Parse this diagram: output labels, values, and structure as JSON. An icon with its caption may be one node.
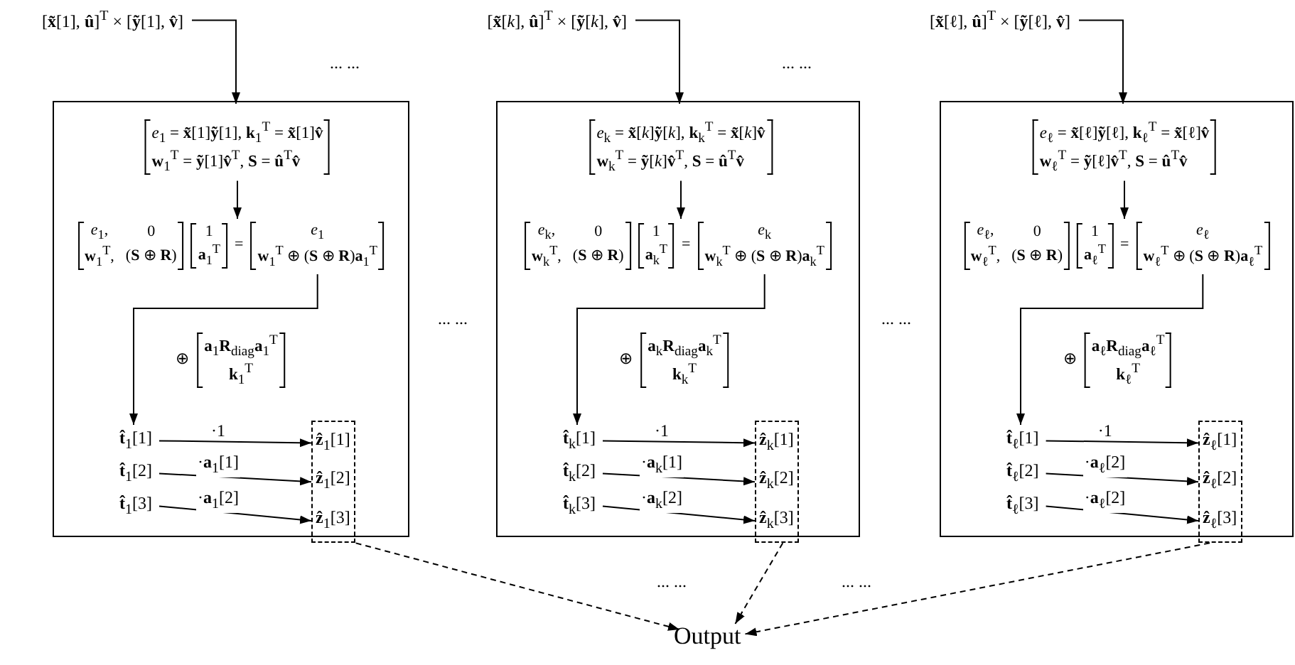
{
  "diagram": {
    "nodes": [
      {
        "text": [
          "[**x̃**[1], **û**]$^{T}$ × [**ỹ**[1], **v̂**]"
        ]
      },
      {
        "text": [],
        "shape": "box"
      },
      {
        "text": [
          "*e*$_{1}$ = **x̃**[1]**ỹ**[1], **k**$_{1}$$^{T}$ = **x̃**[1]**v̂**",
          "**w**$_{1}$$^{T}$ = **ỹ**[1]**v̂**$^{T}$,  **S** = **û**$^{T}$**v̂**"
        ],
        "in": 1
      },
      {
        "text": [
          "*e*$_{1}$,",
          "0",
          "**w**$_{1}$$^{T}$,",
          "(**S** ⊕ **R**)",
          "1",
          "**a**$_{1}$$^{T}$",
          "=",
          "*e*$_{1}$",
          "**w**$_{1}$$^{T}$ ⊕ (**S** ⊕ **R**)**a**$_{1}$$^{T}$"
        ],
        "in": 1
      },
      {
        "text": [
          "⊕",
          "**a**$_{1}$**R**$_{diag}$**a**$_{1}$$^{T}$",
          "**k**$_{1}$$^{T}$"
        ],
        "in": 1
      },
      {
        "text": [
          "**t̂**$_{1}$[1]"
        ],
        "in": 1
      },
      {
        "text": [
          "**t̂**$_{1}$[2]"
        ],
        "in": 1
      },
      {
        "text": [
          "**t̂**$_{1}$[3]"
        ],
        "in": 1
      },
      {
        "text": [],
        "shape": "box",
        "in": 1
      },
      {
        "text": [
          "**ẑ**$_{1}$[1]"
        ],
        "in": 8
      },
      {
        "text": [
          "**ẑ**$_{1}$[2]"
        ],
        "in": 8
      },
      {
        "text": [
          "**ẑ**$_{1}$[3]"
        ],
        "in": 8
      },
      {
        "text": [
          "[**x̃**[*k*], **û**]$^{T}$ × [**ỹ**[*k*], **v̂**]"
        ]
      },
      {
        "text": [],
        "shape": "box"
      },
      {
        "text": [
          "*e*$_{k}$ = **x̃**[*k*]**ỹ**[*k*], **k**$_{k}$$^{T}$ = **x̃**[*k*]**v̂**",
          "**w**$_{k}$$^{T}$ = **ỹ**[*k*]**v̂**$^{T}$,  **S** = **û**$^{T}$**v̂**"
        ],
        "in": 13
      },
      {
        "text": [
          "*e*$_{k}$,",
          "0",
          "**w**$_{k}$$^{T}$,",
          "(**S** ⊕ **R**)",
          "1",
          "**a**$_{k}$$^{T}$",
          "=",
          "*e*$_{k}$",
          "**w**$_{k}$$^{T}$ ⊕ (**S** ⊕ **R**)**a**$_{k}$$^{T}$"
        ],
        "in": 13
      },
      {
        "text": [
          "⊕",
          "**a**$_{k}$**R**$_{diag}$**a**$_{k}$$^{T}$",
          "**k**$_{k}$$^{T}$"
        ],
        "in": 13
      },
      {
        "text": [
          "**t̂**$_{k}$[1]"
        ],
        "in": 13
      },
      {
        "text": [
          "**t̂**$_{k}$[2]"
        ],
        "in": 13
      },
      {
        "text": [
          "**t̂**$_{k}$[3]"
        ],
        "in": 13
      },
      {
        "text": [],
        "shape": "box",
        "in": 13
      },
      {
        "text": [
          "**ẑ**$_{k}$[1]"
        ],
        "in": 20
      },
      {
        "text": [
          "**ẑ**$_{k}$[2]"
        ],
        "in": 20
      },
      {
        "text": [
          "**ẑ**$_{k}$[3]"
        ],
        "in": 20
      },
      {
        "text": [
          "[**x̃**[ℓ], **û**]$^{T}$ × [**ỹ**[ℓ], **v̂**]"
        ]
      },
      {
        "text": [],
        "shape": "box"
      },
      {
        "text": [
          "*e*$_{ℓ}$ = **x̃**[ℓ]**ỹ**[ℓ], **k**$_{ℓ}$$^{T}$ = **x̃**[ℓ]**v̂**",
          "**w**$_{ℓ}$$^{T}$ = **ỹ**[ℓ]**v̂**$^{T}$,  **S** = **û**$^{T}$**v̂**"
        ],
        "in": 25
      },
      {
        "text": [
          "*e*$_{ℓ}$,",
          "0",
          "**w**$_{ℓ}$$^{T}$,",
          "(**S** ⊕ **R**)",
          "1",
          "**a**$_{ℓ}$$^{T}$",
          "=",
          "*e*$_{ℓ}$",
          "**w**$_{ℓ}$$^{T}$ ⊕ (**S** ⊕ **R**)**a**$_{ℓ}$$^{T}$"
        ],
        "in": 25
      },
      {
        "text": [
          "⊕",
          "**a**$_{ℓ}$**R**$_{diag}$**a**$_{ℓ}$$^{T}$",
          "**k**$_{ℓ}$$^{T}$"
        ],
        "in": 25
      },
      {
        "text": [
          "**t̂**$_{ℓ}$[1]"
        ],
        "in": 25
      },
      {
        "text": [
          "**t̂**$_{ℓ}$[2]"
        ],
        "in": 25
      },
      {
        "text": [
          "**t̂**$_{ℓ}$[3]"
        ],
        "in": 25
      },
      {
        "text": [],
        "shape": "box",
        "in": 25
      },
      {
        "text": [
          "**ẑ**$_{ℓ}$[1]"
        ],
        "in": 32
      },
      {
        "text": [
          "**ẑ**$_{ℓ}$[2]"
        ],
        "in": 32
      },
      {
        "text": [
          "**ẑ**$_{ℓ}$[3]"
        ],
        "in": 32
      },
      {
        "text": [
          "Output"
        ]
      }
    ],
    "edges": [
      {
        "from": 0,
        "to": 1,
        "arrow": "to"
      },
      {
        "from": 2,
        "to": 3,
        "arrow": "to"
      },
      {
        "from": 3,
        "to": 5,
        "arrow": "to"
      },
      {
        "from": 5,
        "to": 9,
        "arrow": "to",
        "label": "·1"
      },
      {
        "from": 6,
        "to": 10,
        "arrow": "to",
        "label": "·**a**$_{1}$[1]"
      },
      {
        "from": 7,
        "to": 11,
        "arrow": "to",
        "label": "·**a**$_{1}$[2]"
      },
      {
        "from": 8,
        "to": 36,
        "arrow": "to",
        "style": "dashed"
      },
      {
        "from": 12,
        "to": 13,
        "arrow": "to"
      },
      {
        "from": 14,
        "to": 15,
        "arrow": "to"
      },
      {
        "from": 15,
        "to": 17,
        "arrow": "to"
      },
      {
        "from": 17,
        "to": 21,
        "arrow": "to",
        "label": "·1"
      },
      {
        "from": 18,
        "to": 22,
        "arrow": "to",
        "label": "·**a**$_{k}$[1]"
      },
      {
        "from": 19,
        "to": 23,
        "arrow": "to",
        "label": "·**a**$_{k}$[2]"
      },
      {
        "from": 20,
        "to": 36,
        "arrow": "to",
        "style": "dashed"
      },
      {
        "from": 24,
        "to": 25,
        "arrow": "to"
      },
      {
        "from": 26,
        "to": 27,
        "arrow": "to"
      },
      {
        "from": 27,
        "to": 29,
        "arrow": "to"
      },
      {
        "from": 29,
        "to": 33,
        "arrow": "to",
        "label": "·1"
      },
      {
        "from": 30,
        "to": 34,
        "arrow": "to",
        "label": "·**a**$_{ℓ}$[2]"
      },
      {
        "from": 31,
        "to": 35,
        "arrow": "to",
        "label": "·**a**$_{ℓ}$[2]"
      },
      {
        "from": 32,
        "to": 36,
        "arrow": "to",
        "style": "dashed"
      }
    ],
    "labels": [
      "... ...",
      "... ...",
      "... ...",
      "... ...",
      "... ...",
      "... ..."
    ]
  }
}
